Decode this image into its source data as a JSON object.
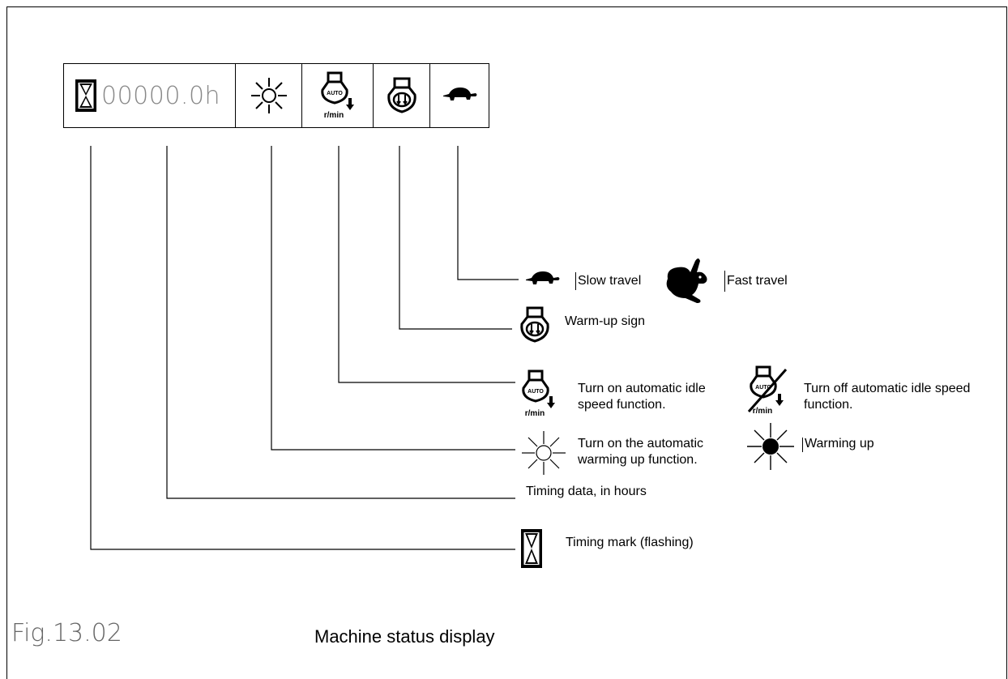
{
  "status_bar": {
    "hours_value": "00000.0h"
  },
  "labels": {
    "slow_travel": "Slow travel",
    "fast_travel": "Fast travel",
    "warmup_sign": "Warm-up sign",
    "auto_idle_on": "Turn on automatic idle speed function.",
    "auto_idle_off": "Turn off automatic idle speed function.",
    "auto_warm_on": "Turn on the automatic warming up function.",
    "warming_up": "Warming up",
    "timing_data": "Timing data, in hours",
    "timing_mark": "Timing mark (flashing)"
  },
  "icon_text": {
    "auto": "AUTO",
    "rmin": "r/min"
  },
  "figure": {
    "number": "Fig.13.02",
    "caption": "Machine status display"
  },
  "icons": [
    "hourglass-icon",
    "sun-icon",
    "auto-idle-icon",
    "warmup-icon",
    "turtle-icon",
    "rabbit-icon",
    "sun-filled-icon",
    "auto-idle-off-icon"
  ]
}
